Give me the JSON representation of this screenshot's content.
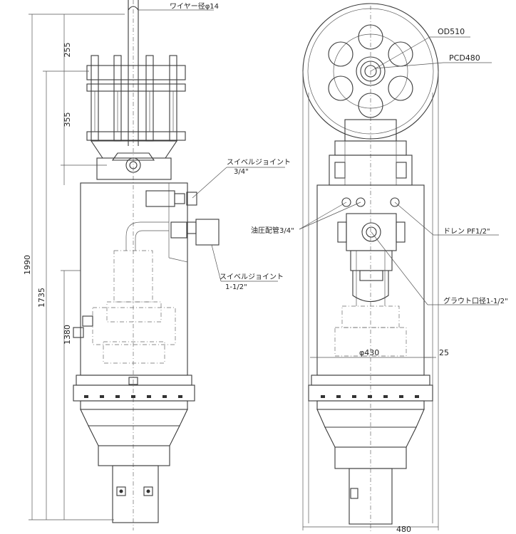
{
  "labels": {
    "wire_diameter": "ワイヤー径φ14",
    "swivel_joint_small": "スイベルジョイント",
    "swivel_joint_small_size": "3/4\"",
    "swivel_joint_large": "スイベルジョイント",
    "swivel_joint_large_size": "1-1/2\"",
    "sheave_od": "OD510",
    "sheave_pcd": "PCD480",
    "hydraulic_pipe": "油圧配管3/4\"",
    "drain": "ドレン PF1/2\"",
    "grout_port": "グラウト口径1-1/2\"",
    "body_diameter": "φ430",
    "offset_25": "25",
    "width_480": "480"
  },
  "dimensions": {
    "d255": "255",
    "d355": "355",
    "d1990": "1990",
    "d1735": "1735",
    "d1380": "1380"
  },
  "colors": {
    "line": "#3a3a3a",
    "background": "#ffffff"
  }
}
